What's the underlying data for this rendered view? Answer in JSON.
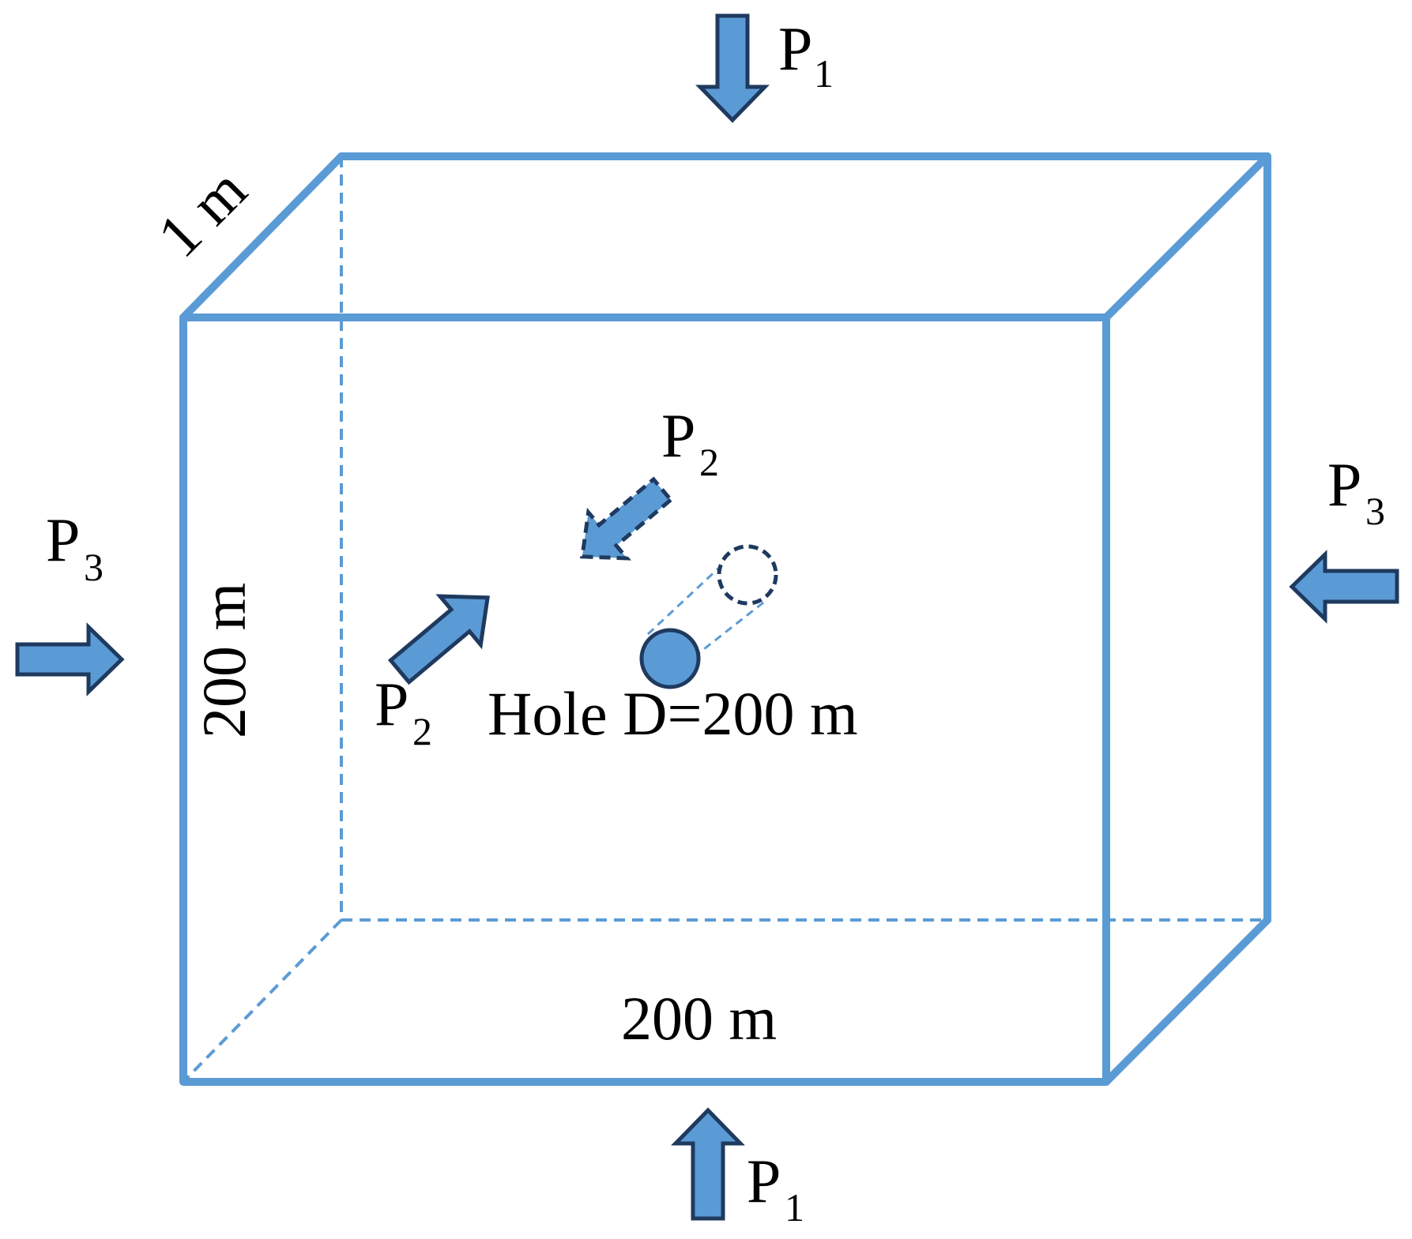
{
  "colors": {
    "edge": "#5b9bd5",
    "arrow_fill": "#5b9bd5",
    "arrow_stroke": "#1f3a5f",
    "text": "#000000",
    "background": "#ffffff"
  },
  "labels": {
    "depth": "1 m",
    "height": "200 m",
    "width": "200 m",
    "hole": "Hole D=200 m"
  },
  "loads": {
    "p1_top": {
      "letter": "P",
      "sub": "1"
    },
    "p1_bottom": {
      "letter": "P",
      "sub": "1"
    },
    "p2_back": {
      "letter": "P",
      "sub": "2"
    },
    "p2_front": {
      "letter": "P",
      "sub": "2"
    },
    "p3_left": {
      "letter": "P",
      "sub": "3"
    },
    "p3_right": {
      "letter": "P",
      "sub": "3"
    }
  }
}
